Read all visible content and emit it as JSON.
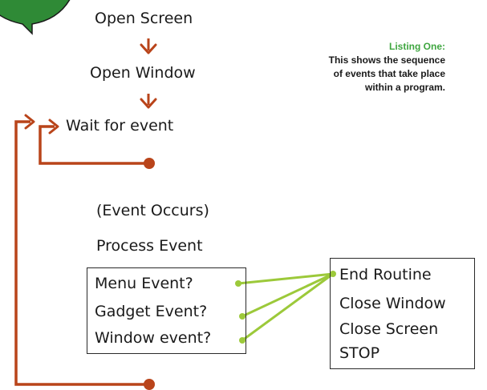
{
  "colors": {
    "flow_arrow": "#b9441a",
    "loop_line": "#b9441a",
    "connector": "#9cc93a",
    "caption_title": "#3fa640",
    "speech_bubble": "#2f8a36"
  },
  "flow": {
    "step1": "Open Screen",
    "step2": "Open Window",
    "step3": "Wait for event",
    "step4": "(Event Occurs)",
    "step5": "Process Event"
  },
  "event_box": {
    "items": [
      "Menu Event?",
      "Gadget Event?",
      "Window event?"
    ]
  },
  "end_box": {
    "items": [
      "End Routine",
      "Close Window",
      "Close Screen",
      "STOP"
    ]
  },
  "caption": {
    "title": "Listing One:",
    "body": "This shows the sequence of events that take place within a program."
  }
}
